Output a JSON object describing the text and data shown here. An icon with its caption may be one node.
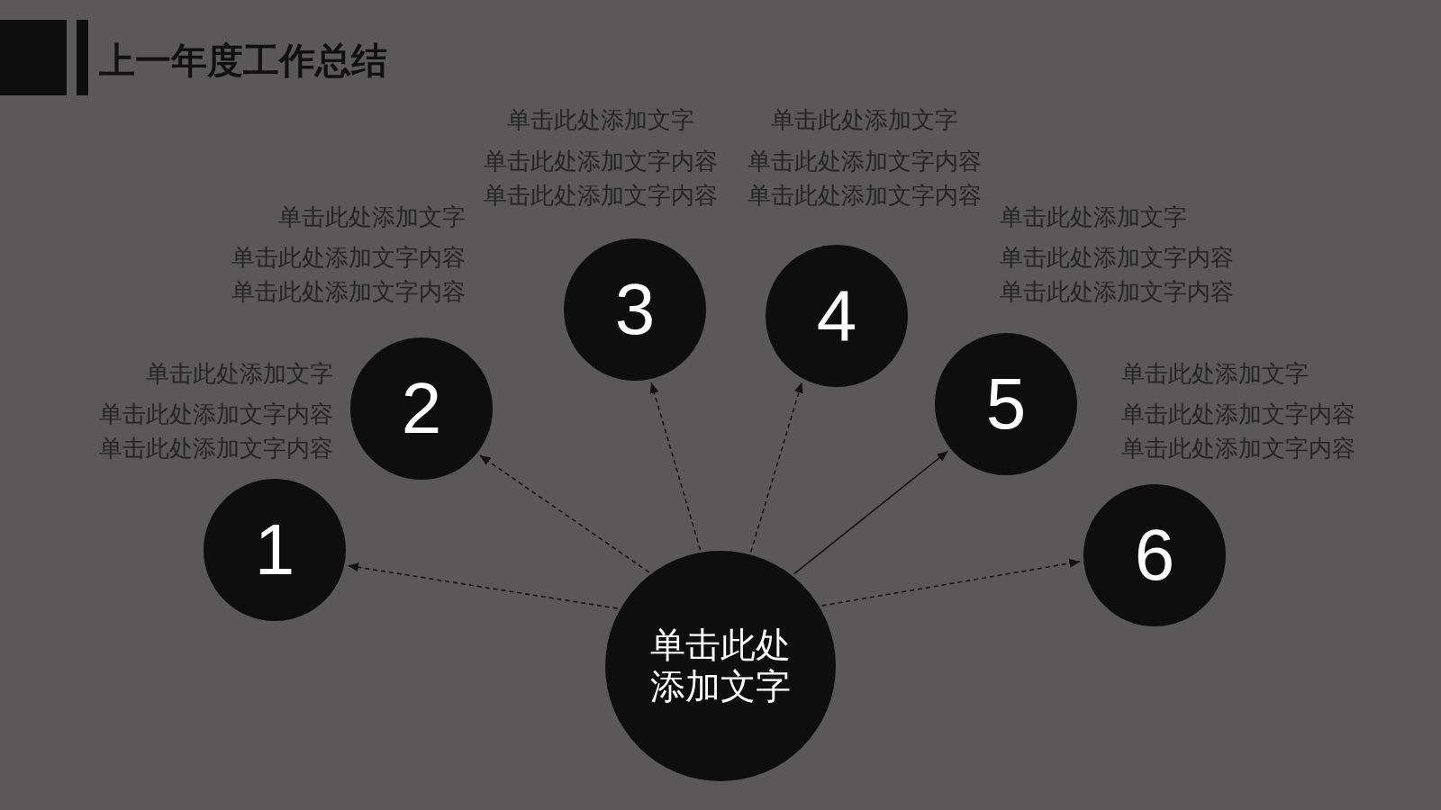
{
  "diagram": {
    "title": "上一年度工作总结",
    "nodes": [
      {
        "text": [
          "1"
        ],
        "beside": [
          "单击此处添加文字",
          "单击此处添加文字内容单击此处添加文字内容"
        ]
      },
      {
        "text": [
          "2"
        ],
        "beside": [
          "单击此处添加文字",
          "单击此处添加文字内容单击此处添加文字内容"
        ]
      },
      {
        "text": [
          "3"
        ],
        "beside": [
          "单击此处添加文字",
          "单击此处添加文字内容单击此处添加文字内容"
        ]
      },
      {
        "text": [
          "4"
        ],
        "beside": [
          "单击此处添加文字",
          "单击此处添加文字内容单击此处添加文字内容"
        ]
      },
      {
        "text": [
          "5"
        ],
        "beside": [
          "单击此处添加文字",
          "单击此处添加文字内容单击此处添加文字内容"
        ]
      },
      {
        "text": [
          "6"
        ],
        "beside": [
          "单击此处添加文字",
          "单击此处添加文字内容单击此处添加文字内容"
        ]
      },
      {
        "text": [
          "单击此处添加文字"
        ]
      }
    ],
    "edges": [
      {
        "from": 6,
        "to": 0,
        "arrow": "to",
        "style": "dashed"
      },
      {
        "from": 6,
        "to": 1,
        "arrow": "to",
        "style": "dashed"
      },
      {
        "from": 6,
        "to": 2,
        "arrow": "to",
        "style": "dashed"
      },
      {
        "from": 6,
        "to": 3,
        "arrow": "to",
        "style": "dashed"
      },
      {
        "from": 6,
        "to": 4,
        "arrow": "to"
      },
      {
        "from": 6,
        "to": 5,
        "arrow": "to",
        "style": "dashed"
      }
    ]
  }
}
